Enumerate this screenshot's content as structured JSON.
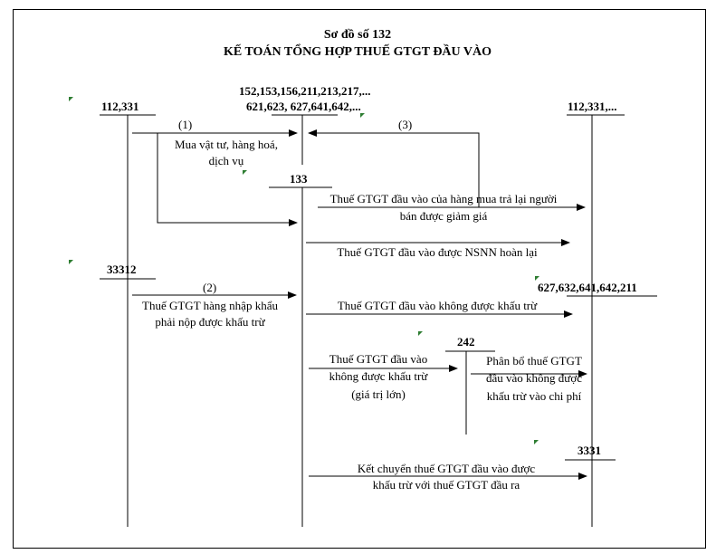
{
  "title": {
    "line1": "Sơ đồ số 132",
    "line2": "KẾ TOÁN TỔNG HỢP THUẾ GTGT ĐẦU VÀO"
  },
  "accounts": {
    "a112_331_left": "112,331",
    "a152_line1": "152,153,156,211,213,217,...",
    "a152_line2": "621,623, 627,641,642,...",
    "a112_331_right": "112,331,...",
    "a133": "133",
    "a33312": "33312",
    "a627_632": "627,632,641,642,211",
    "a242": "242",
    "a3331": "3331"
  },
  "labels": {
    "step1": "(1)",
    "purchase_line1": "Mua vật tư, hàng hoá,",
    "purchase_line2": "dịch vụ",
    "step3": "(3)",
    "return_line1": "Thuế GTGT đầu vào của hàng mua trả lại người",
    "return_line2": "bán được giảm giá",
    "refund": "Thuế GTGT đầu vào được NSNN hoàn lại",
    "step2": "(2)",
    "import_line1": "Thuế GTGT hàng nhập khẩu",
    "import_line2": "phải nộp được khấu trừ",
    "nondeduct": "Thuế GTGT đầu vào không được khấu trừ",
    "large_line1": "Thuế GTGT đầu vào",
    "large_line2": "không được khấu trừ",
    "large_line3": "(giá trị lớn)",
    "alloc_line1": "Phân bổ thuế GTGT",
    "alloc_line2": "đầu vào không được",
    "alloc_line3": "khấu trừ vào chi phí",
    "transfer_line1": "Kết chuyển thuế GTGT đầu vào được",
    "transfer_line2": "khấu trừ với thuế GTGT đầu ra"
  },
  "colors": {
    "line": "#000000",
    "marker": "#2e7d32"
  }
}
